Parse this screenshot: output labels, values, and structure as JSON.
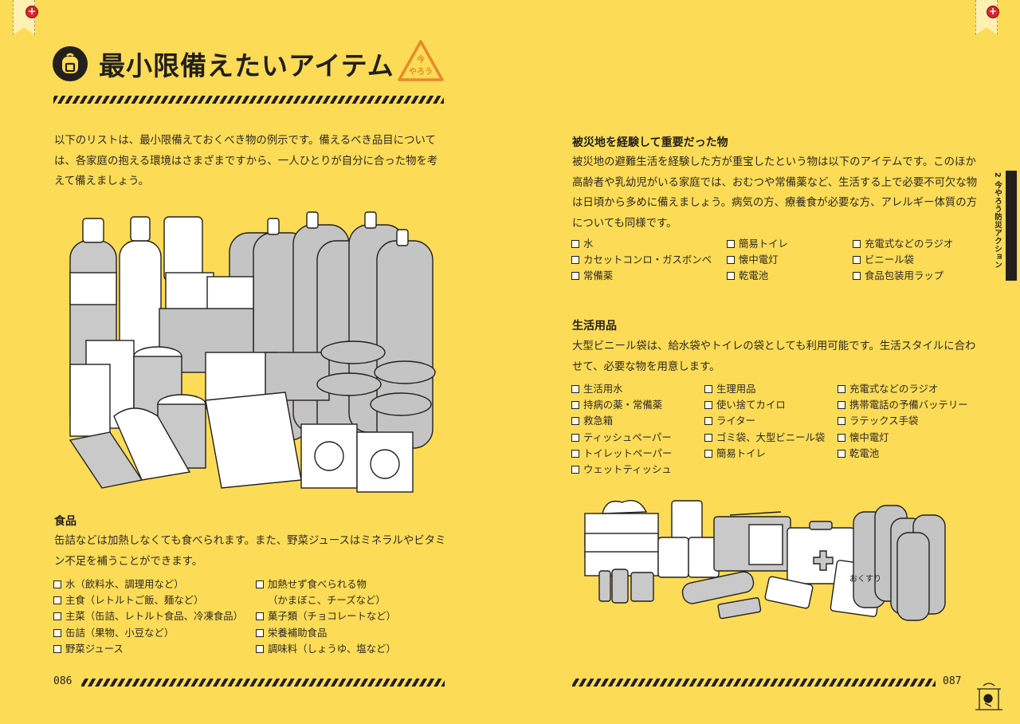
{
  "left_page": {
    "title": "最小限備えたいアイテム",
    "badge": {
      "line1": "今",
      "line2": "やろう",
      "color": "#E8892A"
    },
    "intro": "以下のリストは、最小限備えておくべき物の例示です。備えるべき品目については、各家庭の抱える環境はさまざまですから、一人ひとりが自分に合った物を考えて備えましょう。",
    "illustration": "food-and-water-stockpile-illustration",
    "food_section": {
      "heading": "食品",
      "description": "缶詰などは加熱しなくても食べられます。また、野菜ジュースはミネラルやビタミン不足を補うことができます。",
      "col1": [
        "水（飲料水、調理用など）",
        "主食（レトルトご飯、麺など）",
        "主菜（缶詰、レトルト食品、冷凍食品）",
        "缶詰（果物、小豆など）",
        "野菜ジュース"
      ],
      "col2": [
        "加熱せず食べられる物",
        "（かまぼこ、チーズなど）",
        "菓子類（チョコレートなど）",
        "栄養補助食品",
        "調味料（しょうゆ、塩など）"
      ]
    },
    "page_number": "086"
  },
  "right_page": {
    "disaster_section": {
      "heading": "被災地を経験して重要だった物",
      "description": "被災地の避難生活を経験した方が重宝したという物は以下のアイテムです。このほか高齢者や乳幼児がいる家庭では、おむつや常備薬など、生活する上で必要不可欠な物は日頃から多めに備えましょう。病気の方、療養食が必要な方、アレルギー体質の方についても同様です。",
      "col1": [
        "水",
        "カセットコンロ・ガスボンベ",
        "常備薬"
      ],
      "col2": [
        "簡易トイレ",
        "懐中電灯",
        "乾電池"
      ],
      "col3": [
        "充電式などのラジオ",
        "ビニール袋",
        "食品包装用ラップ"
      ]
    },
    "daily_section": {
      "heading": "生活用品",
      "description": "大型ビニール袋は、給水袋やトイレの袋としても利用可能です。生活スタイルに合わせて、必要な物を用意します。",
      "col1": [
        "生活用水",
        "持病の薬・常備薬",
        "救急箱",
        "ティッシュペーパー",
        "トイレットペーパー",
        "ウェットティッシュ"
      ],
      "col2": [
        "生理用品",
        "使い捨てカイロ",
        "ライター",
        "ゴミ袋、大型ビニール袋",
        "簡易トイレ"
      ],
      "col3": [
        "充電式などのラジオ",
        "携帯電話の予備バッテリー",
        "ラテックス手袋",
        "懐中電灯",
        "乾電池"
      ]
    },
    "illustration": "daily-supplies-illustration",
    "chapter_tab": "2 今やろう防災アクション",
    "page_number": "087"
  },
  "colors": {
    "page_bg": "#FCDC56",
    "ink": "#231F1C",
    "accent_orange": "#E8892A",
    "bookmark_red": "#D8252A"
  }
}
